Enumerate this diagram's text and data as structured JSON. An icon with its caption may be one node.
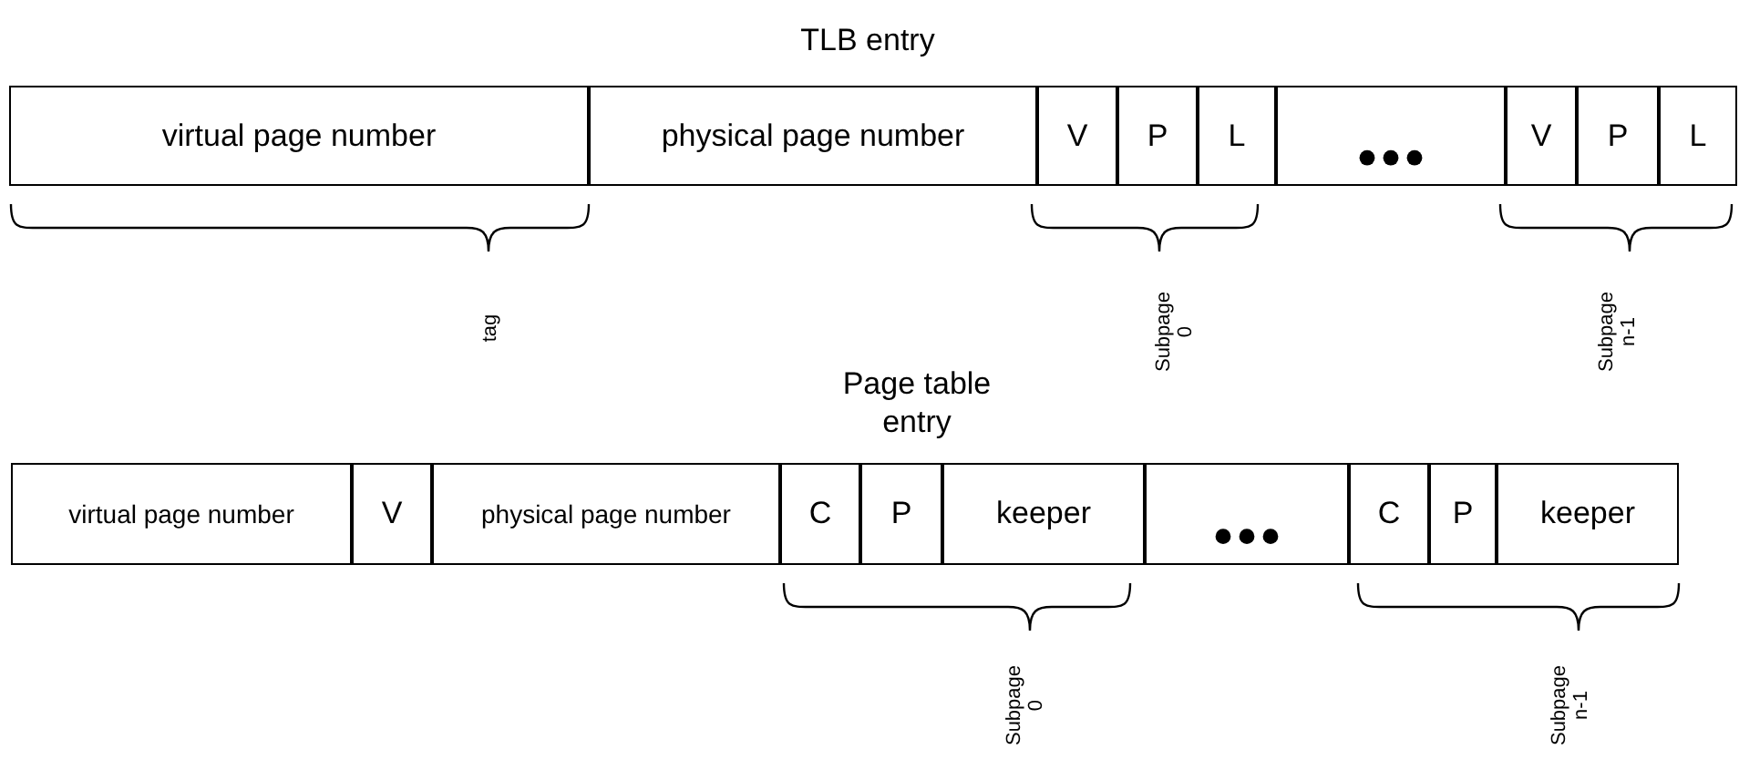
{
  "diagram": {
    "nodes": [
      {
        "text": [
          "virtual page number"
        ]
      },
      {
        "text": [
          "physical page number"
        ]
      },
      {
        "text": [
          "V"
        ]
      },
      {
        "text": [
          "P"
        ]
      },
      {
        "text": [
          "L"
        ]
      },
      {
        "text": [],
        "shape": "box"
      },
      {
        "text": [
          "V"
        ]
      },
      {
        "text": [
          "P"
        ]
      },
      {
        "text": [
          "L"
        ]
      },
      {
        "text": [
          "virtual page number"
        ]
      },
      {
        "text": [
          "V"
        ]
      },
      {
        "text": [
          "physical page number"
        ]
      },
      {
        "text": [
          "C"
        ]
      },
      {
        "text": [
          "P"
        ]
      },
      {
        "text": [
          "keeper"
        ]
      },
      {
        "text": [],
        "shape": "box"
      },
      {
        "text": [
          "C"
        ]
      },
      {
        "text": [
          "P"
        ]
      },
      {
        "text": [
          "keeper"
        ]
      }
    ],
    "labels": [
      "TLB entry",
      "tag",
      "Subpage 0",
      "Subpage n-1",
      "Page table entry",
      "Subpage 0",
      "Subpage n-1"
    ]
  }
}
